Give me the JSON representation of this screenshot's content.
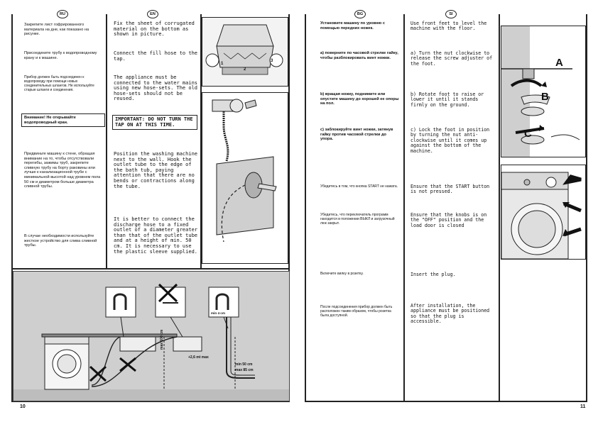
{
  "left_page": {
    "flags": [
      "RU",
      "EN"
    ],
    "ru": {
      "p1": "Закрепите лист гофрированного материала на дне, как показано на рисунке.",
      "p2": "Присоедините трубу к водопроводному крану и к машине.",
      "p3": "Прибор должен быть подсоединен к водопроводу при помощи новых соединительных шлангов. Не используйте старые шланги и соединения.",
      "warn": "Внимание! Не открывайте водопроводный кран.",
      "p4": "Придвиньте машину к стене, обращая внимание на то, чтобы отсутствовали перегибы, зажимы труб, закрепите сливную трубу на борту раковины или лучше к канализационной трубе с минимальной высотой над уровнем пола 50 см и диаметром больше диаметра сливной трубы.",
      "p5": "В случае необходимости используйте жесткое устройство для слива сливной трубы."
    },
    "en": {
      "p1": "Fix the sheet of corrugated material on the bottom as shown in picture.",
      "p2": "Connect the fill hose to the tap.",
      "p3": "The appliance must be connected to the water mains using new hose-sets. The old hose-sets should not be reused.",
      "warn": "IMPORTANT: DO NOT TURN THE TAP ON AT THIS TIME.",
      "p4": "Position the washing machine next to the wall. Hook the outlet tube to the edge of the bath tub, paying attention that there are no bends or contractions along the tube.",
      "p5": "It is better to connect the discharge hose to a fixed outlet of a diameter greater than that of the outlet tube and at a height of min. 50 cm. It is necessary to use the plastic sleeve supplied."
    },
    "diagram_labels": {
      "max100": "max 100 cm",
      "min4": "min 4 cm",
      "plus26": "+2,6 mt max",
      "min50": "min 50 cm",
      "max85": "max 85 cm",
      "step1": "1",
      "step2": "2",
      "step3": "3"
    },
    "page_number": "10"
  },
  "right_page": {
    "flags": [
      "BG",
      "SI"
    ],
    "bg": {
      "p1": "Установите машину по уровню с помощью передних ножек.",
      "a": "а) поверните по часовой стрелке гайку, чтобы разблокировать винт ножки.",
      "b": "b) вращая ножку, поднимите или опустите машину до хорошей ее опоры на пол.",
      "c": "c) заблокируйте винт ножки, затянув гайку против часовой стрелки до упора.",
      "d": "Убедитесь в том, что кнопка START не нажата.",
      "e": "Убедитесь, что переключатель программ находится в положении ВЫКЛ и загрузочный люк закрыт.",
      "f": "Включите вилку в розетку.",
      "g": "После подсоединения прибор должен быть расположен таким образом, чтобы розетка была доступной."
    },
    "en": {
      "p1": "Use front feet to level the machine with the floor.",
      "a": "a) Turn the nut clockwise to release the screw adjuster of the foot.",
      "b": "b) Rotate foot to raise or lower it until it stands firmly on the ground.",
      "c": "c) Lock the foot in position by turning the nut anti-clockwise until it comes up against the bottom of the machine.",
      "d": "Ensure that the START button is not pressed.",
      "e": "Ensure that the knobs is on the \"OFF\" position and the load door is closed",
      "f": "Insert the plug.",
      "g": "After installation, the appliance must be positioned so that the plug is accessible."
    },
    "figure_labels": {
      "A": "A",
      "B": "B",
      "C": "C"
    },
    "page_number": "11"
  }
}
